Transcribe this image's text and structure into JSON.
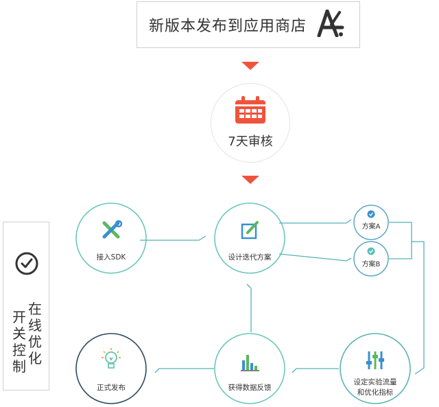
{
  "top": {
    "title": "新版本发布到应用商店",
    "icon": "app-store-icon"
  },
  "review": {
    "label": "7天审核",
    "icon": "calendar-icon"
  },
  "side": {
    "icon": "check-circle-icon",
    "col_left": "开关控制",
    "col_right": "在线优化"
  },
  "nodes": {
    "sdk": {
      "label": "接入SDK",
      "icon": "tools-icon"
    },
    "design": {
      "label": "设计迭代方案",
      "icon": "edit-icon"
    },
    "plan_a": {
      "label": "方案A",
      "icon": "check-badge-icon"
    },
    "plan_b": {
      "label": "方案B",
      "icon": "check-badge-icon"
    },
    "set_traffic": {
      "label_line1": "设定实验流量",
      "label_line2": "和优化指标",
      "icon": "sliders-icon"
    },
    "feedback": {
      "label": "获得数据反馈",
      "icon": "bar-chart-icon"
    },
    "release": {
      "label": "正式发布",
      "icon": "lightbulb-icon"
    }
  },
  "colors": {
    "accent_red": "#f0533c",
    "teal": "#5bbfb5",
    "blue": "#3a8fd0",
    "green": "#5cb85c",
    "dark_navy": "#2c3e50"
  }
}
